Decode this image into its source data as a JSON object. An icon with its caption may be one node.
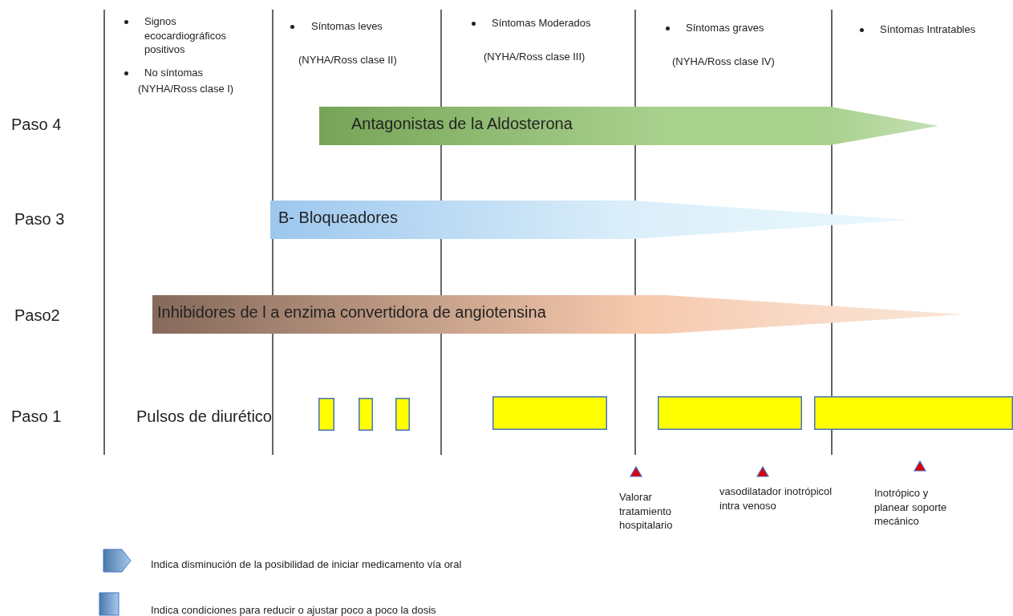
{
  "diagram": {
    "nodes": [
      {
        "text": [
          "Antagonistas de la Aldosterona"
        ]
      },
      {
        "text": [
          "B- Bloqueadores"
        ]
      },
      {
        "text": [
          "Inhibidores de l a enzima convertidora de angiotensina"
        ]
      },
      {
        "text": [],
        "shape": "bar"
      },
      {
        "text": [],
        "shape": "bar"
      },
      {
        "text": [],
        "shape": "bar"
      },
      {
        "text": [],
        "shape": "bar"
      },
      {
        "text": [],
        "shape": "bar"
      },
      {
        "text": [],
        "shape": "bar"
      }
    ],
    "edges": [],
    "labels": [
      "Signos ecocardiográficos positivos",
      "No síntomas",
      "(NYHA/Ross clase I)",
      "Síntomas leves",
      "(NYHA/Ross clase II)",
      "Síntomas Moderados",
      "(NYHA/Ross clase III)",
      "Síntomas graves",
      "(NYHA/Ross clase IV)",
      "Síntomas Intratables",
      "Paso 4",
      "Paso 3",
      "Paso2",
      "Paso 1",
      "Pulsos de diurético",
      "Valorar tratamiento hospitalario",
      "vasodilatador inotrópicol intra venoso",
      "Inotrópico y planear soporte mecánico"
    ],
    "legend": [
      {
        "text": "Indica disminución de la posibilidad de iniciar medicamento vía oral"
      },
      {
        "text": "Indica condiciones para reducir o ajustar poco a poco la dosis"
      }
    ]
  }
}
